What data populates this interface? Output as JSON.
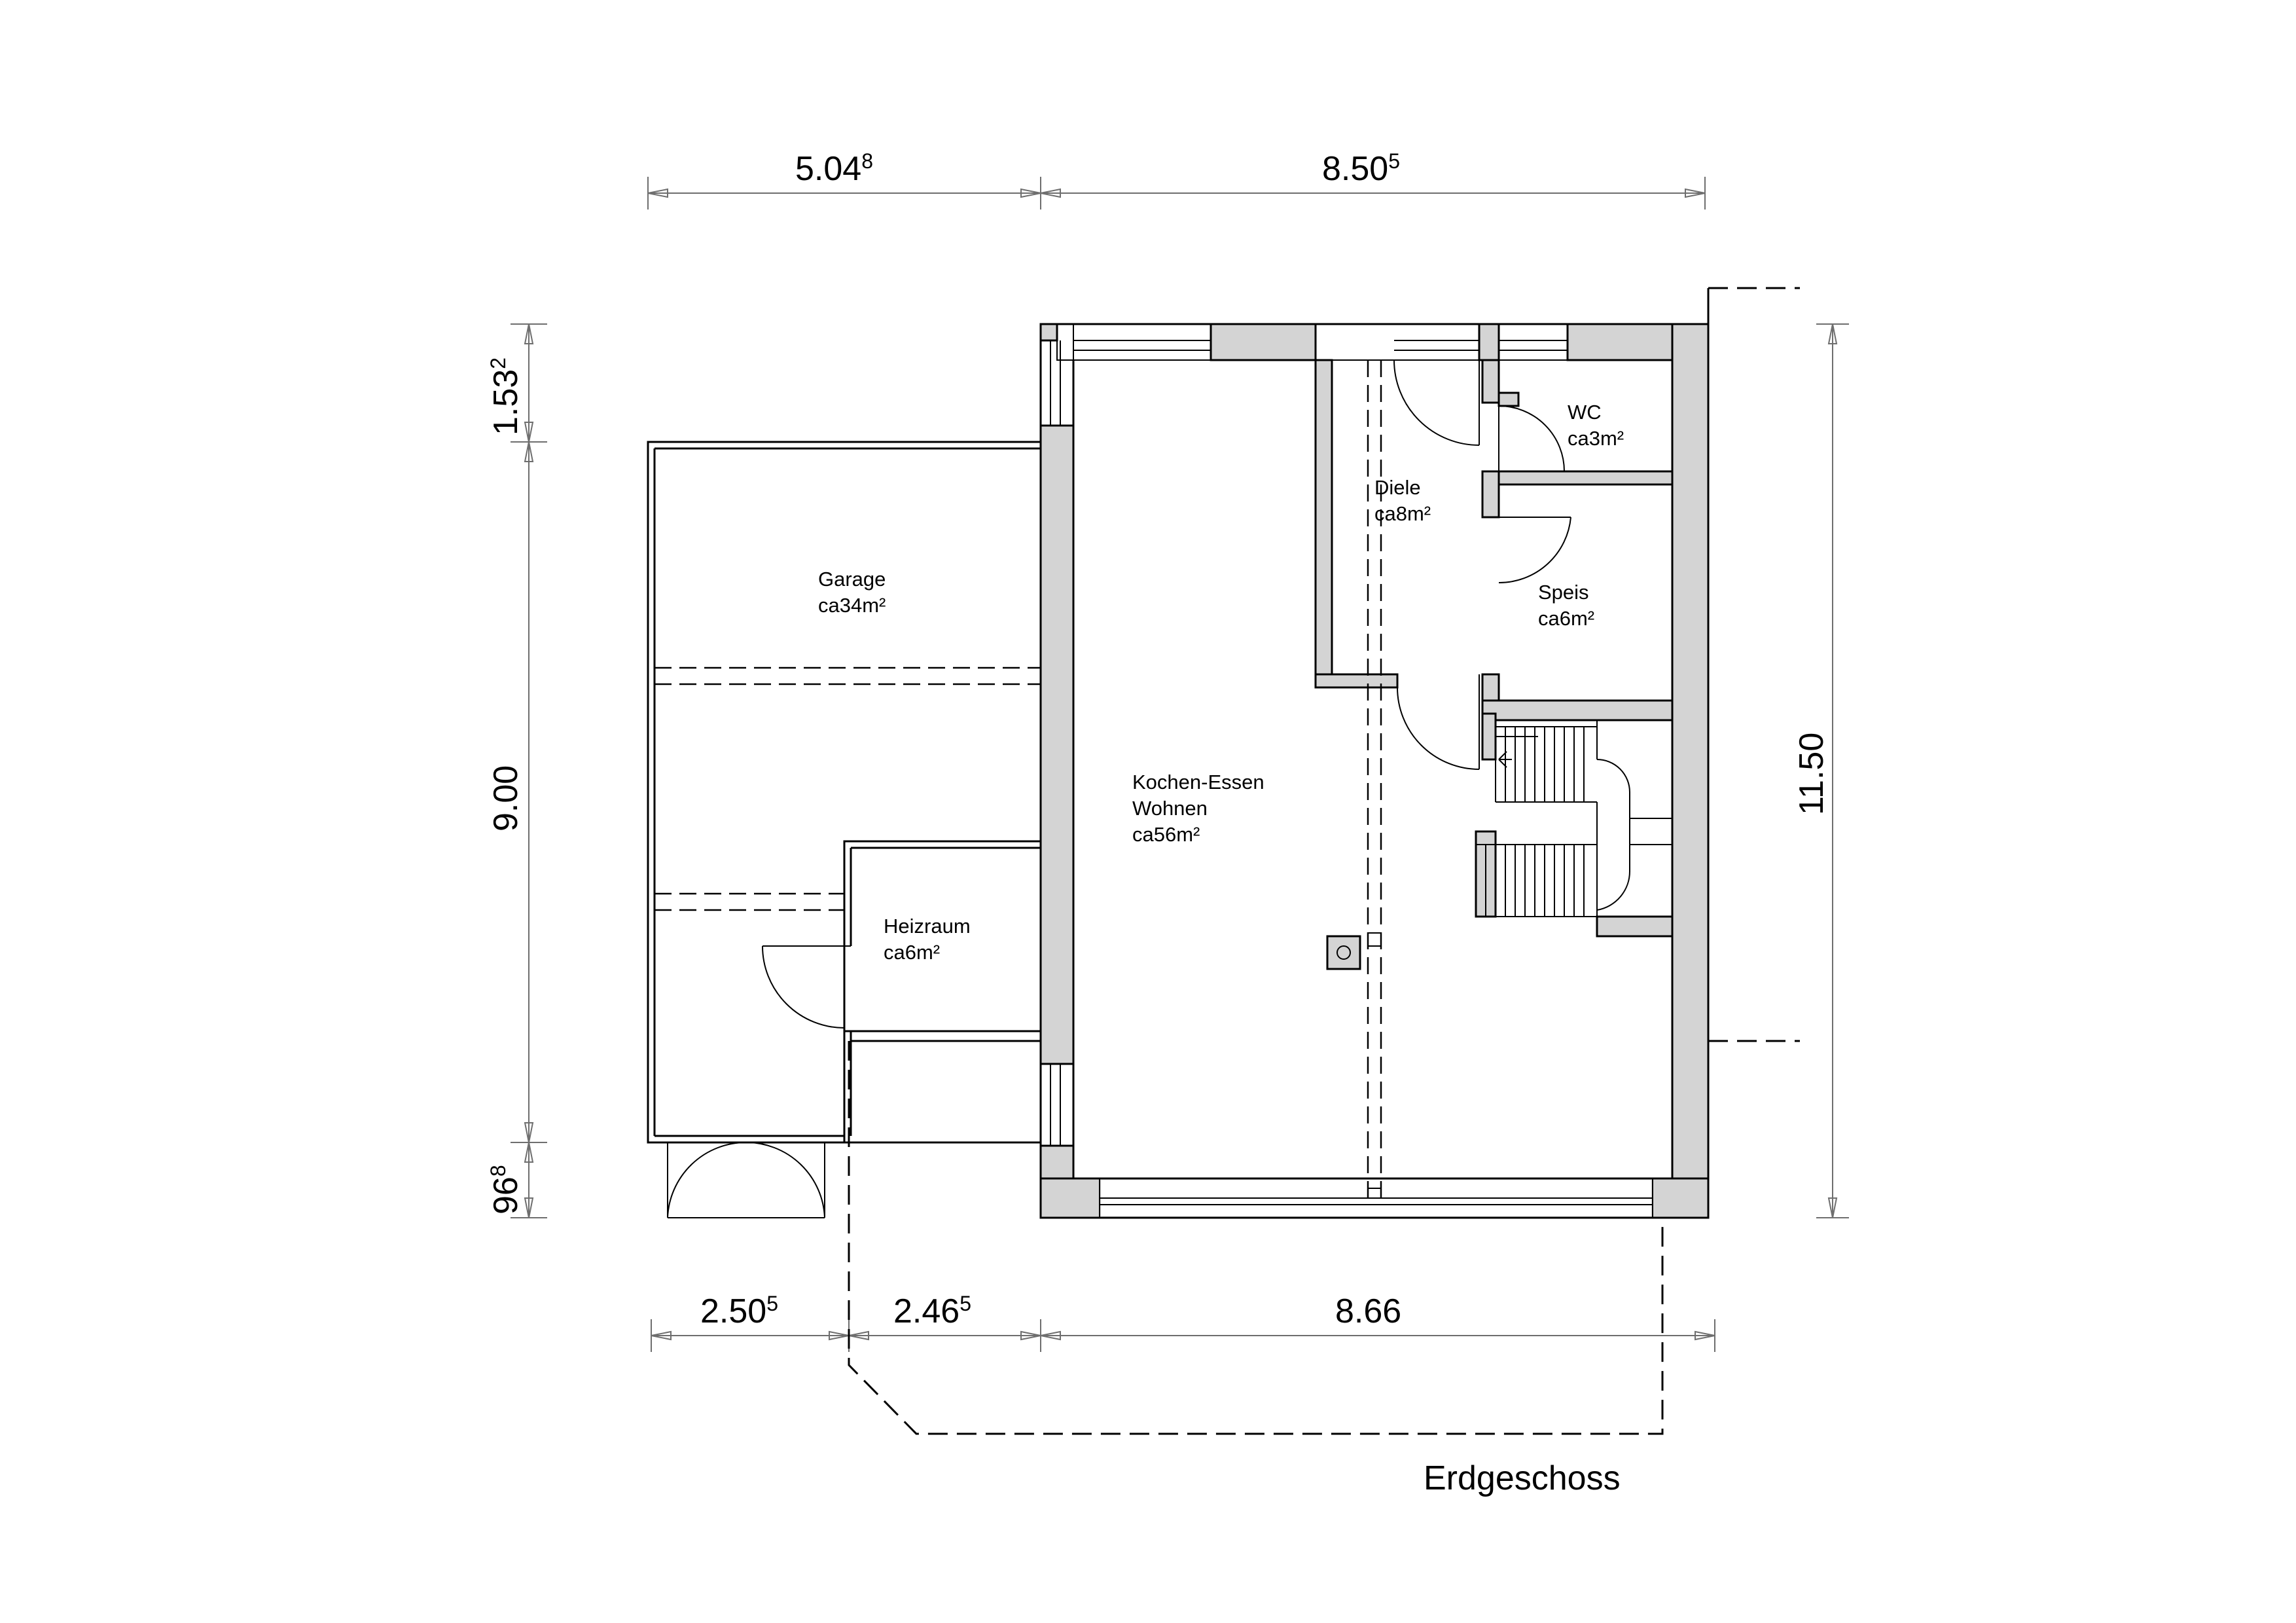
{
  "title": "Erdgeschoss",
  "rooms": {
    "garage": {
      "name": "Garage",
      "area": "ca34m²"
    },
    "heizraum": {
      "name": "Heizraum",
      "area": "ca6m²"
    },
    "kochen": {
      "name1": "Kochen-Essen",
      "name2": "Wohnen",
      "area": "ca56m²"
    },
    "diele": {
      "name": "Diele",
      "area": "ca8m²"
    },
    "wc": {
      "name": "WC",
      "area": "ca3m²"
    },
    "speis": {
      "name": "Speis",
      "area": "ca6m²"
    }
  },
  "dimensions": {
    "top_left": {
      "main": "5.04",
      "sup": "8"
    },
    "top_right": {
      "main": "8.50",
      "sup": "5"
    },
    "left_top": {
      "main": "1.53",
      "sup": "2"
    },
    "left_mid": {
      "main": "9.00",
      "sup": ""
    },
    "left_bottom": {
      "main": "96",
      "sup": "8"
    },
    "right": {
      "main": "11.50",
      "sup": ""
    },
    "bottom_1": {
      "main": "2.50",
      "sup": "5"
    },
    "bottom_2": {
      "main": "2.46",
      "sup": "5"
    },
    "bottom_3": {
      "main": "8.66",
      "sup": ""
    }
  },
  "colors": {
    "wall_fill": "#d4d4d4",
    "line": "#000000",
    "dimension_line": "#6e6e6e"
  }
}
